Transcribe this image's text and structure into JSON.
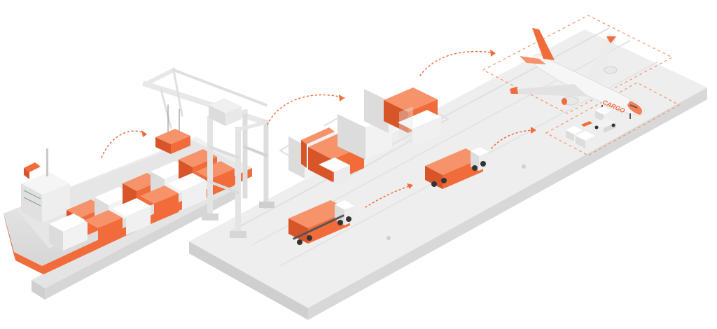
{
  "scene": {
    "plane_text": "CARGO"
  },
  "colors": {
    "accent": "#f26b3a",
    "accent_dark": "#d8552a",
    "accent_light": "#f7936a",
    "platform_top": "#ededed",
    "platform_side": "#d9d9d9",
    "white_box": "#f5f5f5",
    "white_side": "#dcdcdc",
    "flow_arrow": "#f26b3a"
  },
  "icons": [
    "container-ship",
    "gantry-crane",
    "container-stack",
    "cargo-truck",
    "cargo-airplane",
    "flow-arrow"
  ]
}
